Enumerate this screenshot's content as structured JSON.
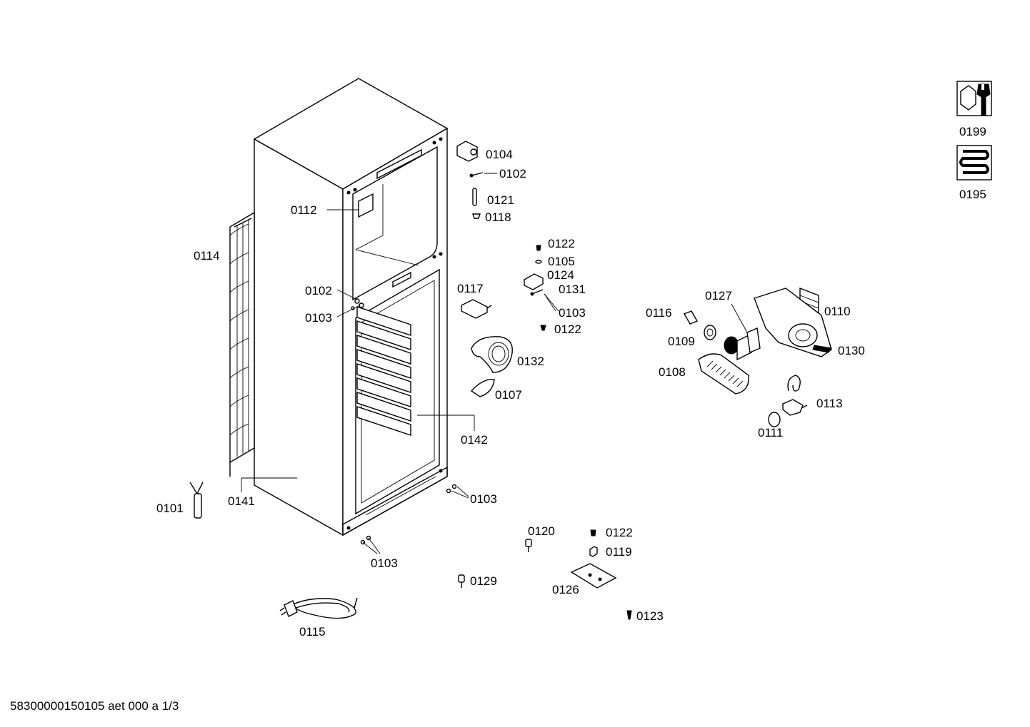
{
  "labels": {
    "l0104": "0104",
    "l0102a": "0102",
    "l0121": "0121",
    "l0118": "0118",
    "l0112": "0112",
    "l0114": "0114",
    "l0102b": "0102",
    "l0103a": "0103",
    "l0117": "0117",
    "l0122a": "0122",
    "l0105": "0105",
    "l0124": "0124",
    "l0131": "0131",
    "l0103b": "0103",
    "l0122b": "0122",
    "l0132": "0132",
    "l0107": "0107",
    "l0142": "0142",
    "l0141": "0141",
    "l0101": "0101",
    "l0103c": "0103",
    "l0103d": "0103",
    "l0115": "0115",
    "l0120": "0120",
    "l0129": "0129",
    "l0122c": "0122",
    "l0119": "0119",
    "l0126": "0126",
    "l0123": "0123",
    "l0116": "0116",
    "l0127": "0127",
    "l0110": "0110",
    "l0109": "0109",
    "l0130": "0130",
    "l0108": "0108",
    "l0113": "0113",
    "l0111": "0111",
    "l0199": "0199",
    "l0195": "0195"
  },
  "footer": {
    "document_code": "58300000150105 aet 000 a 1/3"
  },
  "icons": {
    "service_tool": "wrench-nut-icon",
    "heating_coil": "coil-icon"
  }
}
